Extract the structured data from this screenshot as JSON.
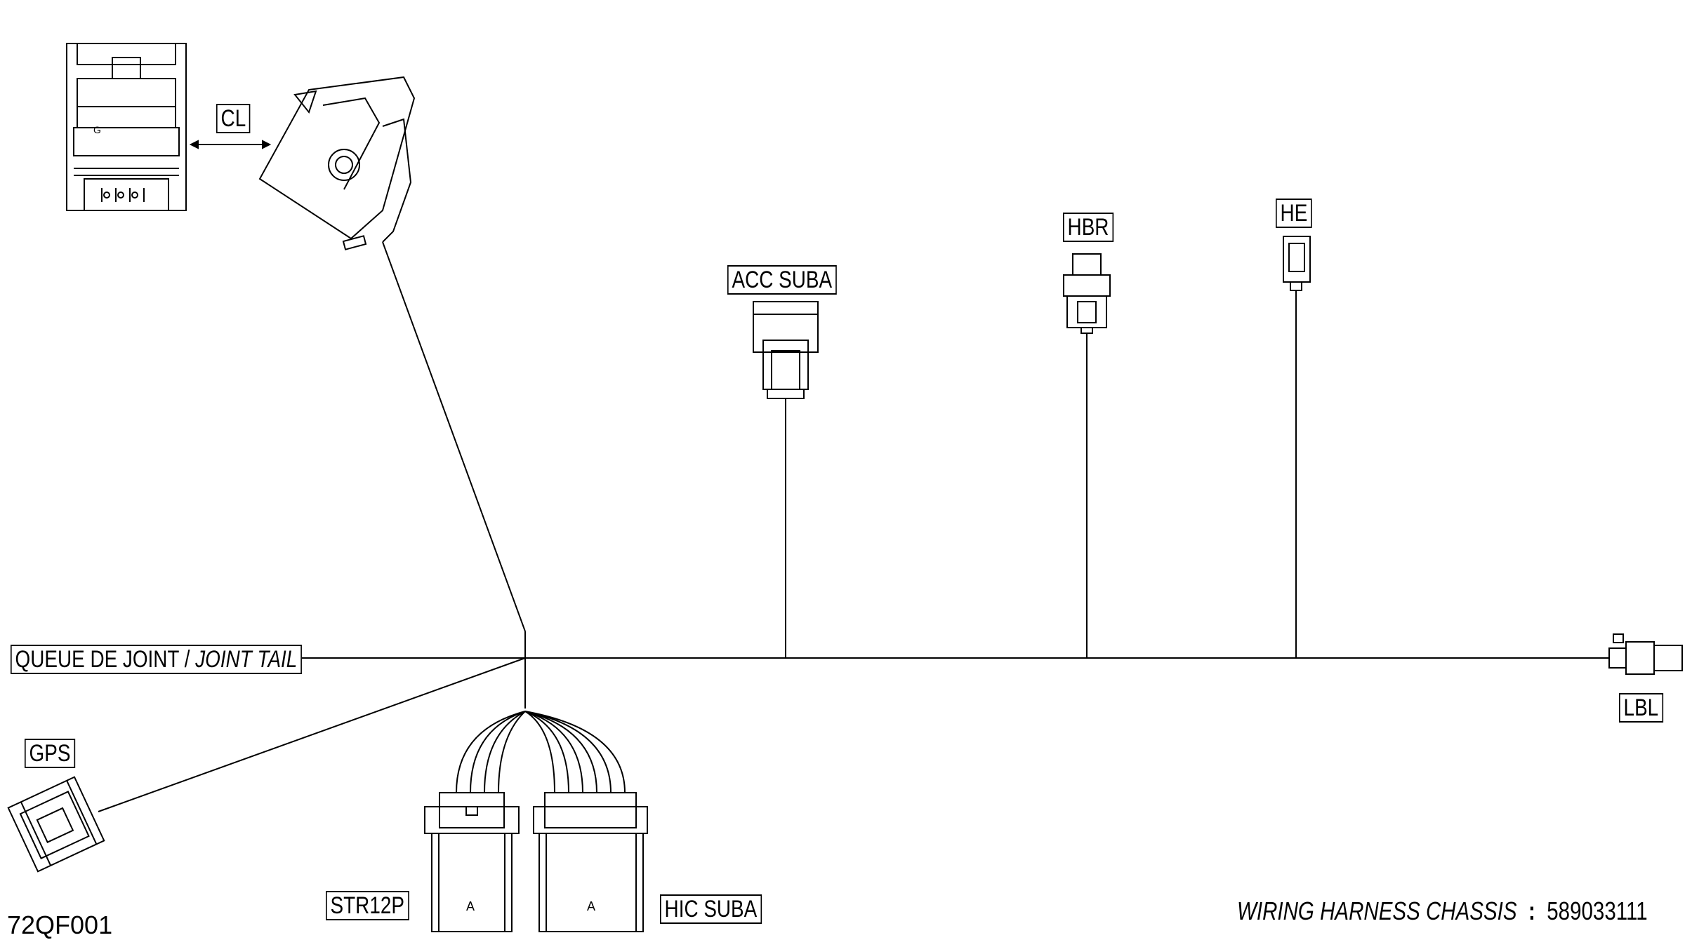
{
  "labels": {
    "cl": "CL",
    "acc_suba": "ACC  SUBA",
    "hbr": "HBR",
    "he": "HE",
    "joint_tail_fr": "QUEUE DE JOINT /",
    "joint_tail_en": "JOINT TAIL",
    "lbl": "LBL",
    "gps": "GPS",
    "str12p": "STR12P",
    "hic_suba": "HIC  SUBA"
  },
  "drawing_code": "72QF001",
  "title_block": {
    "title": "WIRING HARNESS  CHASSIS",
    "separator": ":",
    "part_number": "589033111"
  },
  "pin_marks": {
    "str12p": "A",
    "hic_suba": "A"
  },
  "connector_mark": {
    "cl": "G"
  },
  "colors": {
    "line": "#000000",
    "background": "#ffffff"
  }
}
